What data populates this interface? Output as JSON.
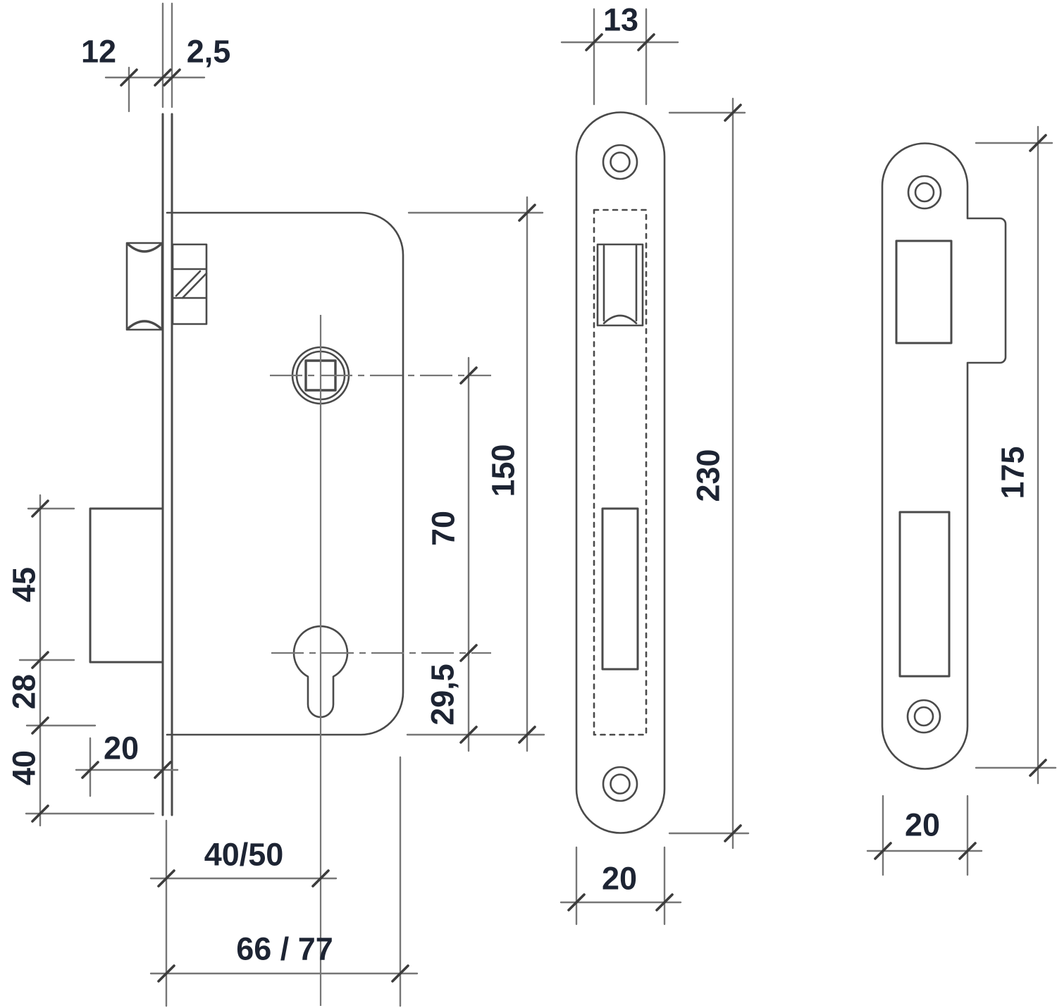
{
  "colors": {
    "background": "#ffffff",
    "outline": "#4a4a4a",
    "dim_line": "#767676",
    "tick": "#3c3c3c",
    "label_text": "#1d2433"
  },
  "dims": {
    "lock_side": {
      "latch_protrusion": "12",
      "faceplate_thickness": "2,5",
      "deadbolt_height": "45",
      "deadbolt_bottom_gap": "28",
      "lower_offset": "40",
      "deadbolt_throw": "20",
      "backset": "40/50",
      "case_depth": "66 / 77",
      "case_height": "150",
      "spindle_to_cylinder": "70",
      "cylinder_to_bottom": "29,5"
    },
    "faceplate": {
      "latch_width": "13",
      "length": "230",
      "width": "20"
    },
    "strike_plate": {
      "length": "175",
      "width": "20"
    }
  }
}
